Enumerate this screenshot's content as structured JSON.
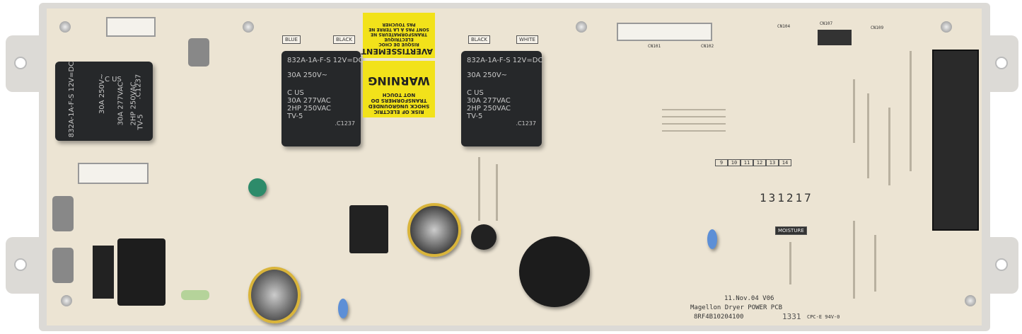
{
  "board": {
    "part_number": "8RF4B10204100",
    "date_code": "11.Nov.04 V06",
    "title": "Magellon Dryer POWER PCB",
    "rating": "CPC-E 94V-0",
    "stamp": "1331",
    "serial": "131217"
  },
  "relays": [
    {
      "model": "832A-1A-F-S 12V=DC",
      "rating1": "30A 250V~",
      "rating2": "30A 277VAC",
      "rating3": "2HP 250VAC",
      "rating4": "TV-5",
      "code": ".C1237",
      "cert": "C US"
    },
    {
      "model": "832A-1A-F-S 12V=DC",
      "rating1": "30A 250V~",
      "rating2": "30A 277VAC",
      "rating3": "2HP 250VAC",
      "rating4": "TV-5",
      "code": ".C1237",
      "cert": "C US"
    },
    {
      "model": "832A-1A-F-S 12V=DC",
      "rating1": "30A 250V~",
      "rating2": "30A 277VAC",
      "rating3": "2HP 250VAC",
      "rating4": "TV-5",
      "code": ".C1237",
      "cert": "C US"
    }
  ],
  "warning_label": {
    "fr_title": "AVERTISSEMENT",
    "fr_text": "RISQUE DE CHOC ELECTRIQUE TRANSFORMATEURS NE SONT PAS À LA TERRE NE PAS TOUCHER",
    "en_title": "WARNING",
    "en_text": "RISK OF ELECTRIC SHOCK UNGROUNDED TRANSFORMERS DO NOT TOUCH",
    "color": "#f2e21a"
  },
  "terminals": [
    "BLUE",
    "BLACK",
    "BLACK",
    "WHITE"
  ],
  "silk_labels": {
    "moisture": "MOISTURE",
    "connectors": [
      "CN104",
      "CN107",
      "CN109",
      "CN101",
      "CN102"
    ],
    "grid": [
      "9",
      "10",
      "11",
      "12",
      "13",
      "14"
    ]
  }
}
